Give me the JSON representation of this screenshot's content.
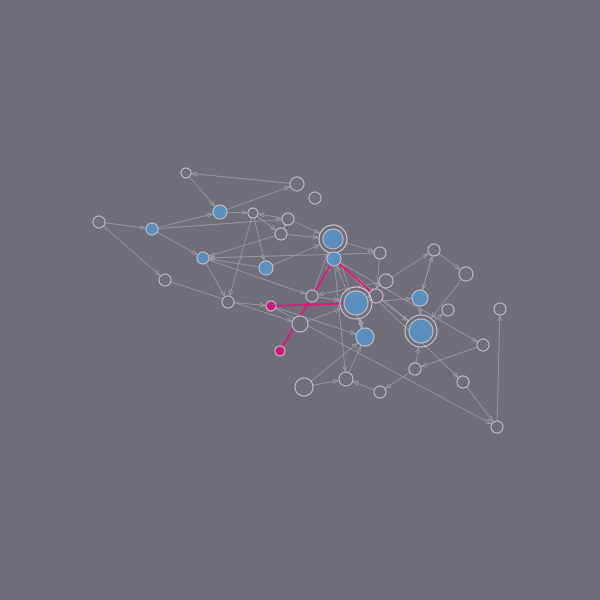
{
  "graph": {
    "colors": {
      "background": "#6e6d78",
      "node_gray": "#6f6e79",
      "node_blue": "#5b8fbf",
      "node_magenta": "#c8187a",
      "edge": "#a6a5ae",
      "edge_highlight": "#e0177a"
    },
    "nodes": [
      {
        "id": "n1",
        "kind": "gray"
      },
      {
        "id": "n2",
        "kind": "gray"
      },
      {
        "id": "n3",
        "kind": "gray"
      },
      {
        "id": "n4",
        "kind": "gray"
      },
      {
        "id": "n5",
        "kind": "blue"
      },
      {
        "id": "n6",
        "kind": "gray"
      },
      {
        "id": "n7",
        "kind": "gray"
      },
      {
        "id": "n8",
        "kind": "gray"
      },
      {
        "id": "n9",
        "kind": "blue"
      },
      {
        "id": "n10",
        "kind": "blue",
        "ring": true
      },
      {
        "id": "n11",
        "kind": "blue"
      },
      {
        "id": "n12",
        "kind": "blue"
      },
      {
        "id": "n13",
        "kind": "gray"
      },
      {
        "id": "n14",
        "kind": "gray"
      },
      {
        "id": "n15",
        "kind": "gray"
      },
      {
        "id": "n16",
        "kind": "gray"
      },
      {
        "id": "n17",
        "kind": "gray"
      },
      {
        "id": "n18",
        "kind": "gray"
      },
      {
        "id": "n19",
        "kind": "magenta"
      },
      {
        "id": "n20",
        "kind": "gray"
      },
      {
        "id": "n21",
        "kind": "gray"
      },
      {
        "id": "n22",
        "kind": "blue",
        "ring": true
      },
      {
        "id": "n23",
        "kind": "blue"
      },
      {
        "id": "n24",
        "kind": "blue"
      },
      {
        "id": "n25",
        "kind": "gray"
      },
      {
        "id": "n26",
        "kind": "gray"
      },
      {
        "id": "n27",
        "kind": "blue",
        "ring": true
      },
      {
        "id": "n28",
        "kind": "gray"
      },
      {
        "id": "n29",
        "kind": "blue"
      },
      {
        "id": "n30",
        "kind": "magenta"
      },
      {
        "id": "n31",
        "kind": "gray"
      },
      {
        "id": "n32",
        "kind": "gray"
      },
      {
        "id": "n33",
        "kind": "gray"
      },
      {
        "id": "n34",
        "kind": "gray"
      },
      {
        "id": "n35",
        "kind": "gray"
      },
      {
        "id": "n36",
        "kind": "gray"
      },
      {
        "id": "n37",
        "kind": "gray"
      }
    ],
    "edges": [
      [
        "n1",
        "n5"
      ],
      [
        "n2",
        "n11"
      ],
      [
        "n2",
        "n13"
      ],
      [
        "n5",
        "n6"
      ],
      [
        "n5",
        "n3"
      ],
      [
        "n6",
        "n8"
      ],
      [
        "n6",
        "n9"
      ],
      [
        "n6",
        "n14"
      ],
      [
        "n7",
        "n6"
      ],
      [
        "n7",
        "n8"
      ],
      [
        "n8",
        "n10"
      ],
      [
        "n9",
        "n12"
      ],
      [
        "n9",
        "n10"
      ],
      [
        "n10",
        "n15"
      ],
      [
        "n11",
        "n12"
      ],
      [
        "n11",
        "n5"
      ],
      [
        "n12",
        "n16"
      ],
      [
        "n12",
        "n14"
      ],
      [
        "n13",
        "n17"
      ],
      [
        "n14",
        "n19"
      ],
      [
        "n16",
        "n10"
      ],
      [
        "n16",
        "n22"
      ],
      [
        "n17",
        "n22"
      ],
      [
        "n18",
        "n16"
      ],
      [
        "n19",
        "n23"
      ],
      [
        "n20",
        "n23"
      ],
      [
        "n21",
        "n27"
      ],
      [
        "n21",
        "n22"
      ],
      [
        "n22",
        "n24"
      ],
      [
        "n23",
        "n22"
      ],
      [
        "n24",
        "n25"
      ],
      [
        "n24",
        "n27"
      ],
      [
        "n25",
        "n26"
      ],
      [
        "n27",
        "n28"
      ],
      [
        "n27",
        "n29"
      ],
      [
        "n29",
        "n35"
      ],
      [
        "n29",
        "n34"
      ],
      [
        "n30",
        "n29"
      ],
      [
        "n31",
        "n23"
      ],
      [
        "n32",
        "n31"
      ],
      [
        "n33",
        "n32"
      ],
      [
        "n34",
        "n33"
      ],
      [
        "n35",
        "n36"
      ],
      [
        "n36",
        "n37"
      ],
      [
        "n15",
        "n21"
      ],
      [
        "n15",
        "n12"
      ],
      [
        "n18",
        "n25"
      ],
      [
        "n26",
        "n27"
      ],
      [
        "n7",
        "n10"
      ],
      [
        "n8",
        "n12"
      ],
      [
        "n11",
        "n7"
      ],
      [
        "n19",
        "n36"
      ],
      [
        "n20",
        "n31"
      ],
      [
        "n23",
        "n29"
      ],
      [
        "n10",
        "n23"
      ],
      [
        "n3",
        "n1"
      ],
      [
        "n18",
        "n22"
      ],
      [
        "n25",
        "n24"
      ],
      [
        "n33",
        "n27"
      ],
      [
        "n29",
        "n31"
      ]
    ],
    "highlighted_edges": [
      [
        "n19",
        "n22"
      ],
      [
        "n22",
        "n21"
      ],
      [
        "n21",
        "n29"
      ],
      [
        "n29",
        "n30"
      ]
    ]
  }
}
